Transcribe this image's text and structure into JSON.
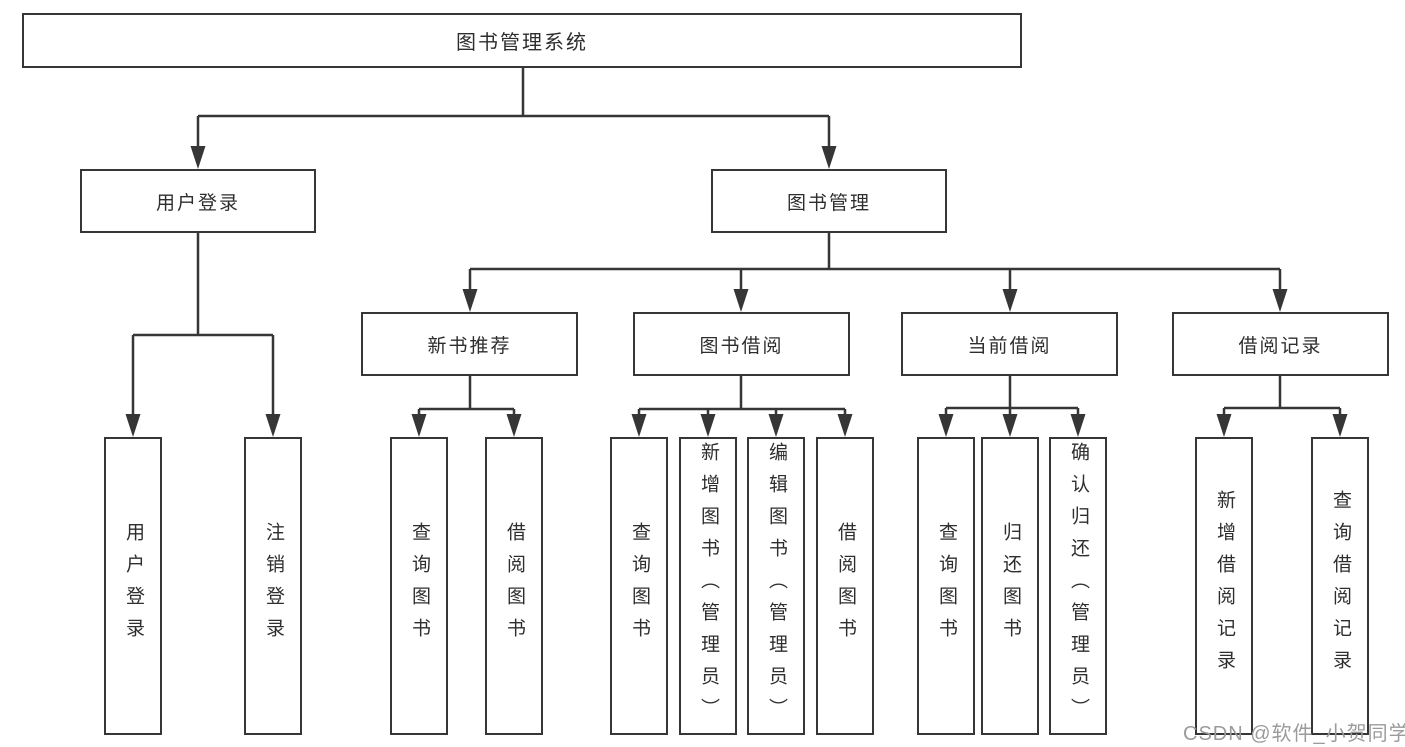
{
  "diagram": {
    "nodes": {
      "root": {
        "label": "图书管理系统"
      },
      "branches": [
        {
          "label": "用户登录",
          "children": [
            {
              "label": "用户登录"
            },
            {
              "label": "注销登录"
            }
          ]
        },
        {
          "label": "图书管理",
          "children": [
            {
              "label": "新书推荐",
              "children": [
                {
                  "label": "查询图书"
                },
                {
                  "label": "借阅图书"
                }
              ]
            },
            {
              "label": "图书借阅",
              "children": [
                {
                  "label": "查询图书"
                },
                {
                  "label": "新增图书（管理员）"
                },
                {
                  "label": "编辑图书（管理员）"
                },
                {
                  "label": "借阅图书"
                }
              ]
            },
            {
              "label": "当前借阅",
              "children": [
                {
                  "label": "查询图书"
                },
                {
                  "label": "归还图书"
                },
                {
                  "label": "确认归还（管理员）"
                }
              ]
            },
            {
              "label": "借阅记录",
              "children": [
                {
                  "label": "新增借阅记录"
                },
                {
                  "label": "查询借阅记录"
                }
              ]
            }
          ]
        }
      ]
    }
  },
  "watermark": {
    "text": "CSDN @软件_小贺同学"
  },
  "colors": {
    "line": "#363636",
    "text": "#2e2e2e",
    "watermark": "#9b9b9b",
    "background": "#ffffff"
  }
}
